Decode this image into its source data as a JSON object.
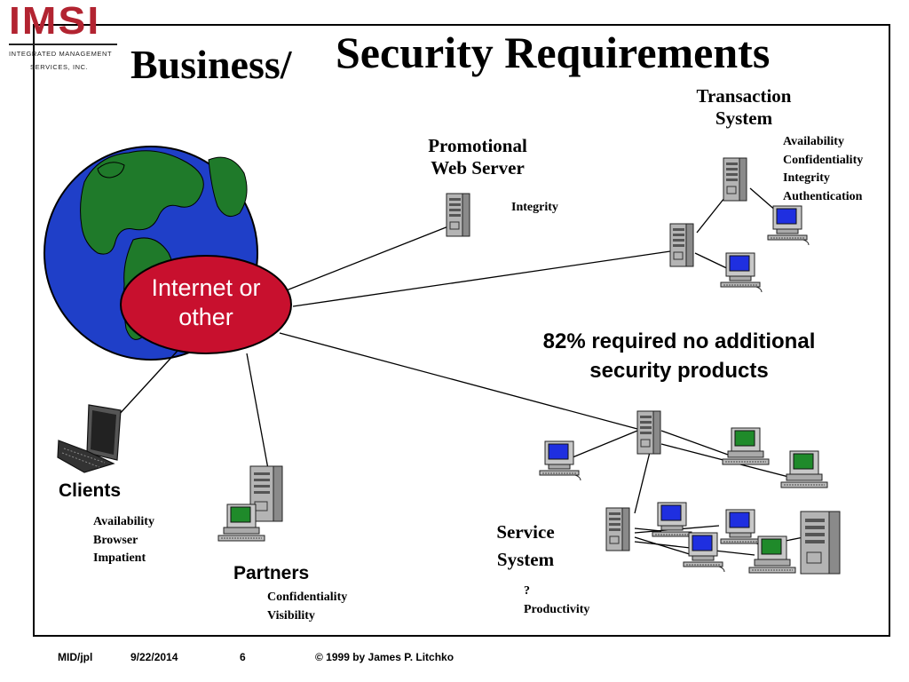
{
  "logo": {
    "word": "IMSI",
    "line1": "INTEGRATED MANAGEMENT",
    "line2": "SERVICES, INC."
  },
  "title": {
    "part1": "Business/",
    "part2": "Security Requirements"
  },
  "network": {
    "label_line1": "Internet or",
    "label_line2": "other"
  },
  "promotional": {
    "label_line1": "Promotional",
    "label_line2": "Web Server",
    "requirements": [
      "Integrity"
    ]
  },
  "transaction": {
    "label_line1": "Transaction",
    "label_line2": "System",
    "requirements": [
      "Availability",
      "Confidentiality",
      "Integrity",
      "Authentication"
    ]
  },
  "stat": {
    "line1": "82% required no additional",
    "line2": "security products"
  },
  "clients": {
    "label": "Clients",
    "requirements": [
      "Availability",
      "Browser",
      "Impatient"
    ]
  },
  "partners": {
    "label": "Partners",
    "requirements": [
      "Confidentiality",
      "Visibility"
    ]
  },
  "service": {
    "label_line1": "Service",
    "label_line2": "System",
    "requirements": [
      "?",
      "Productivity"
    ]
  },
  "footer": {
    "author": "MID/jpl",
    "date": "9/22/2014",
    "page": "6",
    "copyright": "© 1999 by James P. Litchko"
  },
  "colors": {
    "ocean": "#1f3fc8",
    "land": "#1f7a2a",
    "network_bubble": "#c8102e",
    "tower": "#b4b4b4",
    "monitor_blue": "#1f2fe0",
    "monitor_green": "#1f8a2a",
    "logo_red": "#b22431"
  }
}
